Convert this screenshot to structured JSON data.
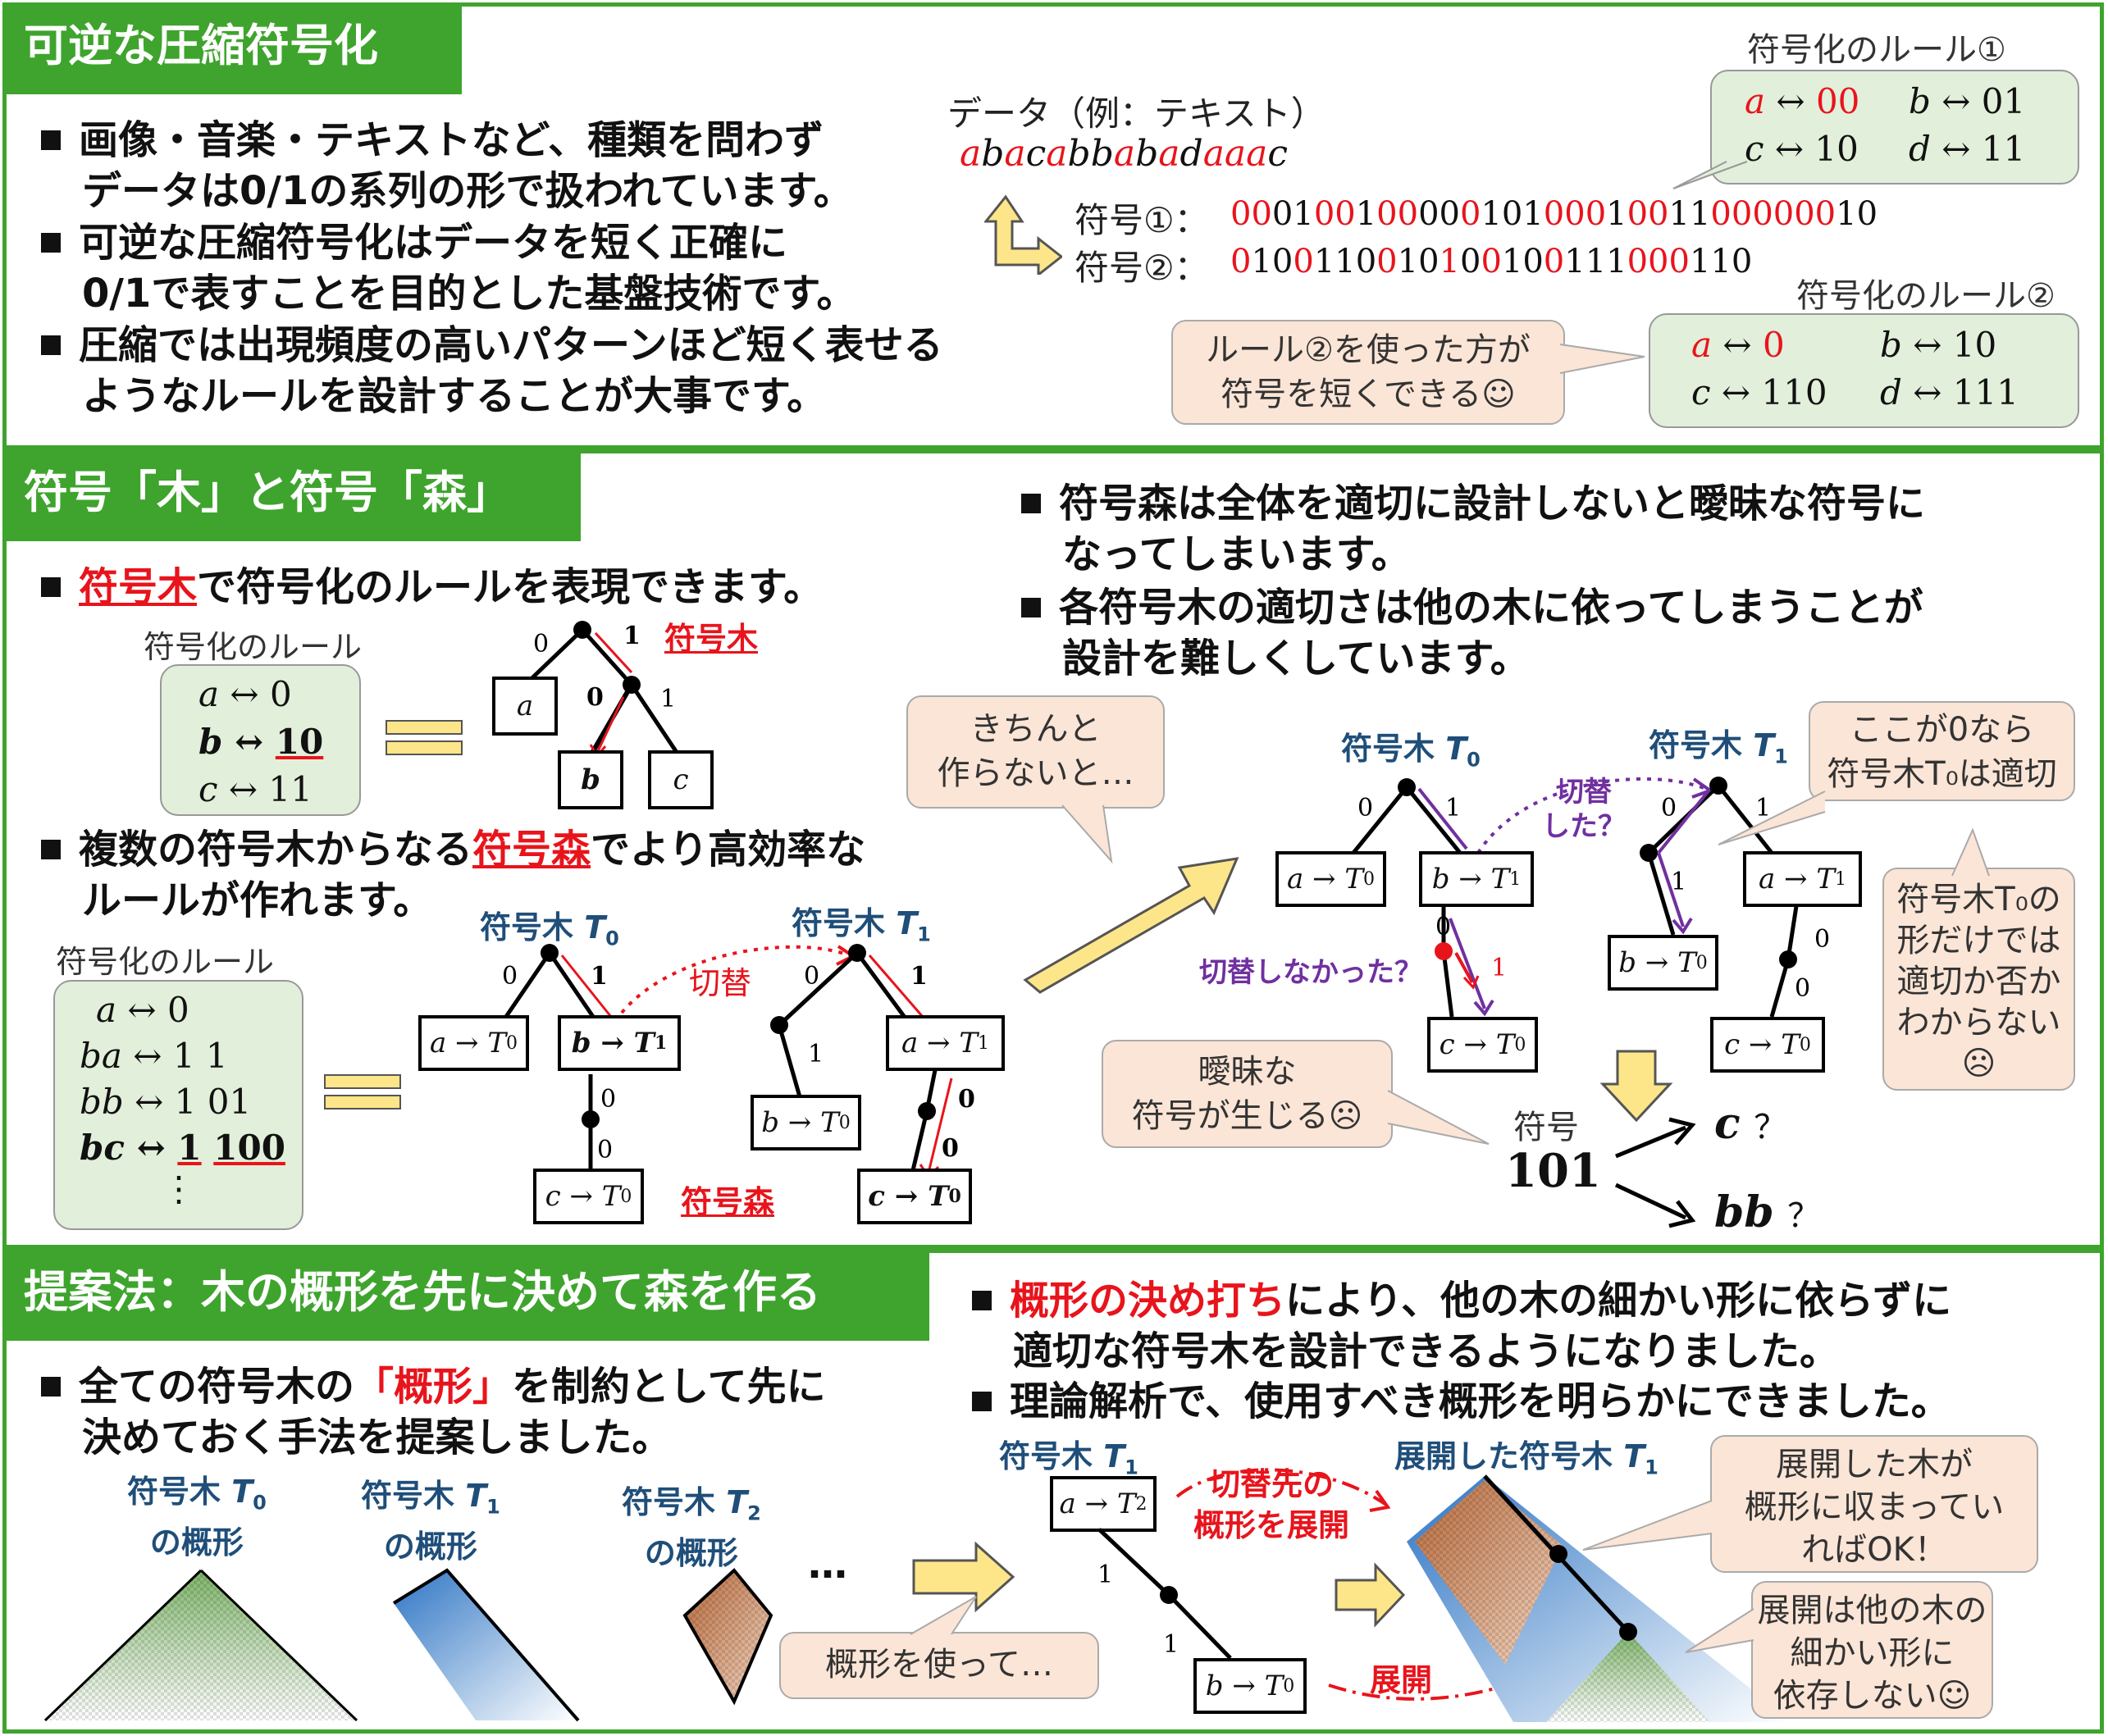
{
  "colors": {
    "green": "#3ea42d",
    "red": "#e8141c",
    "navy": "#1f4e79",
    "purple": "#7030a0",
    "note_bg": "#fbe5d6",
    "rule_bg": "#e2efda"
  },
  "section1": {
    "title": "可逆な圧縮符号化",
    "bullets": [
      [
        "画像・音楽・テキストなど、種類を問わず",
        "データは0/1の系列の形で扱われています。"
      ],
      [
        "可逆な圧縮符号化はデータを短く正確に",
        "0/1で表すことを目的とした基盤技術です。"
      ],
      [
        "圧縮では出現頻度の高いパターンほど短く表せる",
        "ようなルールを設計することが大事です。"
      ]
    ],
    "data_label": "データ（例：テキスト）",
    "data_text": "abacabbabadaaac",
    "code1_label": "符号①：",
    "code1": "0001001000010100010011000000010",
    "code2_label": "符号②：",
    "code2": "010011001010010011100011 0",
    "rule1_title": "符号化のルール①",
    "rule1": [
      [
        "a",
        "00"
      ],
      [
        "b",
        "01"
      ],
      [
        "c",
        "10"
      ],
      [
        "d",
        "11"
      ]
    ],
    "rule2_title": "符号化のルール②",
    "rule2": [
      [
        "a",
        "0"
      ],
      [
        "b",
        "10"
      ],
      [
        "c",
        "110"
      ],
      [
        "d",
        "111"
      ]
    ],
    "note": [
      "ルール②を使った方が",
      "符号を短くできる☺"
    ]
  },
  "section2": {
    "title": "符号「木」と符号「森」",
    "bullet1_red": "符号木",
    "bullet1_rest": "で符号化のルールを表現できます。",
    "rule_title": "符号化のルール",
    "tree_rule": [
      [
        "a",
        "0"
      ],
      [
        "b",
        "10"
      ],
      [
        "c",
        "11"
      ]
    ],
    "tree_label": "符号木",
    "bullet2_pre": "複数の符号木からなる",
    "bullet2_red": "符号森",
    "bullet2_post": "でより高効率な",
    "bullet2_line2": "ルールが作れます。",
    "rule2_title": "符号化のルール",
    "forest_rule": [
      [
        "a",
        "0"
      ],
      [
        "ba",
        "1 1"
      ],
      [
        "bb",
        "1 01"
      ],
      [
        "bc",
        "1 100"
      ]
    ],
    "forest_rule_more": "⋮",
    "tree_T0": "符号木 T₀",
    "tree_T1": "符号木 T₁",
    "switch_label": "切替",
    "forest_label": "符号森",
    "right_bullets": [
      [
        "符号森は全体を適切に設計しないと曖昧な符号に",
        "なってしまいます。"
      ],
      [
        "各符号木の適切さは他の木に依ってしまうことが",
        "設計を難しくしています。"
      ]
    ],
    "note_careful": [
      "きちんと",
      "作らないと…"
    ],
    "switched_q": [
      "切替",
      "した？"
    ],
    "not_switched_q": "切替しなかった？",
    "note_here": [
      "ここが0なら",
      "符号木T₀は適切"
    ],
    "note_shape": [
      "符号木T₀の",
      "形だけでは",
      "適切か否か",
      "わからない",
      "☹"
    ],
    "note_ambig": [
      "曖昧な",
      "符号が生じる☹"
    ],
    "code_label": "符号",
    "code_value": "101",
    "decode1": "c",
    "decode2": "bb",
    "q": "？"
  },
  "section3": {
    "title": "提案法：木の概形を先に決めて森を作る",
    "bullet1_pre": "全ての符号木の",
    "bullet1_red": "「概形」",
    "bullet1_post": "を制約として先に",
    "bullet1_line2": "決めておく手法を提案しました。",
    "shapes": [
      [
        "符号木 T₀",
        "の概形"
      ],
      [
        "符号木 T₁",
        "の概形"
      ],
      [
        "符号木 T₂",
        "の概形"
      ]
    ],
    "ellipsis": "…",
    "note_use": "概形を使って…",
    "right_b1_red": "概形の決め打ち",
    "right_b1_rest": "により、他の木の細かい形に依らずに",
    "right_b1_line2": "適切な符号木を設計できるようになりました。",
    "right_b2": "理論解析で、使用すべき概形を明らかにできました。",
    "tree_T1": "符号木 T₁",
    "expand_dest": [
      "切替先の",
      "概形を展開"
    ],
    "expand": "展開",
    "expanded_T1": "展開した符号木 T₁",
    "note_ok": [
      "展開した木が",
      "概形に収まってい",
      "ればOK！"
    ],
    "note_indep": [
      "展開は他の木の",
      "細かい形に",
      "依存しない☺"
    ]
  }
}
